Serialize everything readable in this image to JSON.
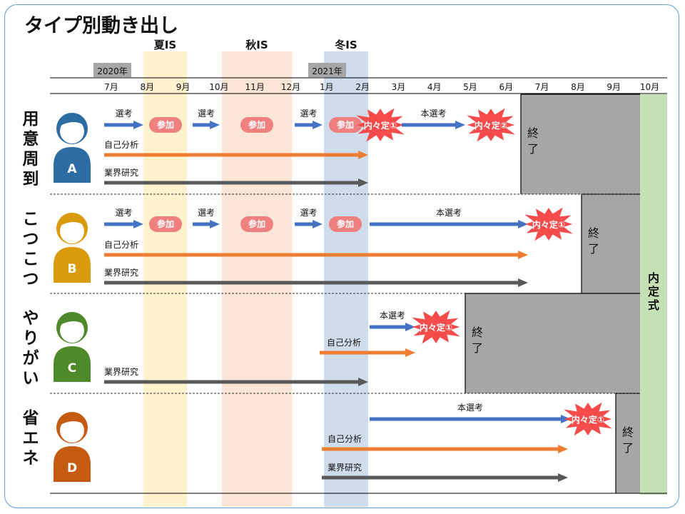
{
  "title": "タイプ別動き出し",
  "year_labels": [
    "2020年",
    "2021年"
  ],
  "internships": [
    {
      "label": "夏IS",
      "color": "#fff2cc"
    },
    {
      "label": "秋IS",
      "color": "#fbe5d6"
    },
    {
      "label": "冬IS",
      "color": "#cfdcec"
    }
  ],
  "months": [
    "7月",
    "8月",
    "9月",
    "10月",
    "11月",
    "12月",
    "1月",
    "2月",
    "3月",
    "4月",
    "5月",
    "6月",
    "7月",
    "8月",
    "9月",
    "10月"
  ],
  "final_label": "内定式",
  "colors": {
    "selection": "#4472c4",
    "self_analysis": "#ed7d31",
    "industry_research": "#595959",
    "participate": "#f07f7f",
    "offer": "#f54b4b",
    "end_block": "#a6a6a6",
    "final_block": "#c5e0b4",
    "frame": "#5b9bd5"
  },
  "types": [
    {
      "name": "用意周到",
      "letter": "A",
      "color": "#2e6da4",
      "end_label": "終了",
      "rows": [
        {
          "items": [
            {
              "kind": "arrow",
              "label": "選考",
              "from": "2020-07",
              "to": "2020-08"
            },
            {
              "kind": "pill",
              "label": "参加",
              "at": "2020-08"
            },
            {
              "kind": "arrow",
              "label": "選考",
              "from": "2020-09",
              "to": "2020-10"
            },
            {
              "kind": "pill",
              "label": "参加",
              "at": "2020-11"
            },
            {
              "kind": "arrow",
              "label": "選考",
              "from": "2020-12",
              "to": "2021-01"
            },
            {
              "kind": "pill",
              "label": "参加",
              "at": "2021-01"
            },
            {
              "kind": "offer",
              "label": "内々定①",
              "at": "2021-02"
            },
            {
              "kind": "arrow",
              "label": "本選考",
              "from": "2021-03",
              "to": "2021-05"
            },
            {
              "kind": "offer",
              "label": "内々定②",
              "at": "2021-05"
            }
          ]
        },
        {
          "items": [
            {
              "kind": "arrow",
              "label": "自己分析",
              "from": "2020-07",
              "to": "2021-02"
            }
          ]
        },
        {
          "items": [
            {
              "kind": "arrow",
              "label": "業界研究",
              "from": "2020-07",
              "to": "2021-02"
            }
          ]
        }
      ]
    },
    {
      "name": "こつこつ",
      "letter": "B",
      "color": "#d99a0b",
      "end_label": "終了",
      "rows": [
        {
          "items": [
            {
              "kind": "arrow",
              "label": "選考",
              "from": "2020-07",
              "to": "2020-08"
            },
            {
              "kind": "pill",
              "label": "参加",
              "at": "2020-08"
            },
            {
              "kind": "arrow",
              "label": "選考",
              "from": "2020-09",
              "to": "2020-10"
            },
            {
              "kind": "pill",
              "label": "参加",
              "at": "2020-11"
            },
            {
              "kind": "arrow",
              "label": "選考",
              "from": "2020-12",
              "to": "2021-01"
            },
            {
              "kind": "pill",
              "label": "参加",
              "at": "2021-01"
            },
            {
              "kind": "arrow",
              "label": "本選考",
              "from": "2021-02",
              "to": "2021-06"
            },
            {
              "kind": "offer",
              "label": "内々定①",
              "at": "2021-07"
            }
          ]
        },
        {
          "items": [
            {
              "kind": "arrow",
              "label": "自己分析",
              "from": "2020-07",
              "to": "2021-06"
            }
          ]
        },
        {
          "items": [
            {
              "kind": "arrow",
              "label": "業界研究",
              "from": "2020-07",
              "to": "2021-06"
            }
          ]
        }
      ]
    },
    {
      "name": "やりがい",
      "letter": "C",
      "color": "#4e8a2a",
      "end_label": "終了",
      "rows": [
        {
          "items": [
            {
              "kind": "arrow",
              "label": "本選考",
              "from": "2021-02",
              "to": "2021-03"
            },
            {
              "kind": "offer",
              "label": "内々定①",
              "at": "2021-04"
            }
          ]
        },
        {
          "items": [
            {
              "kind": "arrow",
              "label": "自己分析",
              "from": "2021-01",
              "to": "2021-03"
            }
          ]
        },
        {
          "items": [
            {
              "kind": "arrow",
              "label": "業界研究",
              "from": "2020-07",
              "to": "2021-02"
            }
          ]
        }
      ]
    },
    {
      "name": "省エネ",
      "letter": "D",
      "color": "#c55a11",
      "end_label": "終了",
      "rows": [
        {
          "items": [
            {
              "kind": "arrow",
              "label": "本選考",
              "from": "2021-02",
              "to": "2021-07"
            },
            {
              "kind": "offer",
              "label": "内々定①",
              "at": "2021-08"
            }
          ]
        },
        {
          "items": [
            {
              "kind": "arrow",
              "label": "自己分析",
              "from": "2021-01",
              "to": "2021-07"
            }
          ]
        },
        {
          "items": [
            {
              "kind": "arrow",
              "label": "業界研究",
              "from": "2021-01",
              "to": "2021-07"
            }
          ]
        }
      ]
    }
  ]
}
